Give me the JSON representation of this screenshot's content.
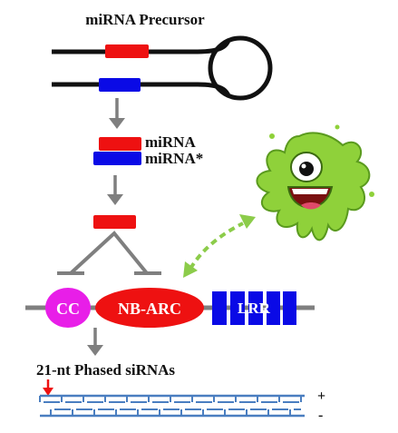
{
  "title": "miRNA Precursor",
  "mirna_label": "miRNA",
  "mirna_star_label": "miRNA*",
  "domains": {
    "cc": "CC",
    "nbarc": "NB-ARC",
    "lrr": "LRR"
  },
  "phased_label": "21-nt Phased siRNAs",
  "strand_plus": "+",
  "strand_minus": "-",
  "colors": {
    "red": "#ee1111",
    "blue": "#0a0ae6",
    "cc": "#e81ee8",
    "gray": "#7f7f7f",
    "dna": "#4a7ec0",
    "pathogen": "#8fd13a",
    "green_arrow": "#8ccc4a"
  },
  "icons": [
    "pathogen-icon",
    "down-arrow-icon",
    "inhibition-icon",
    "red-arrow-icon",
    "bidirectional-arrow-icon"
  ]
}
